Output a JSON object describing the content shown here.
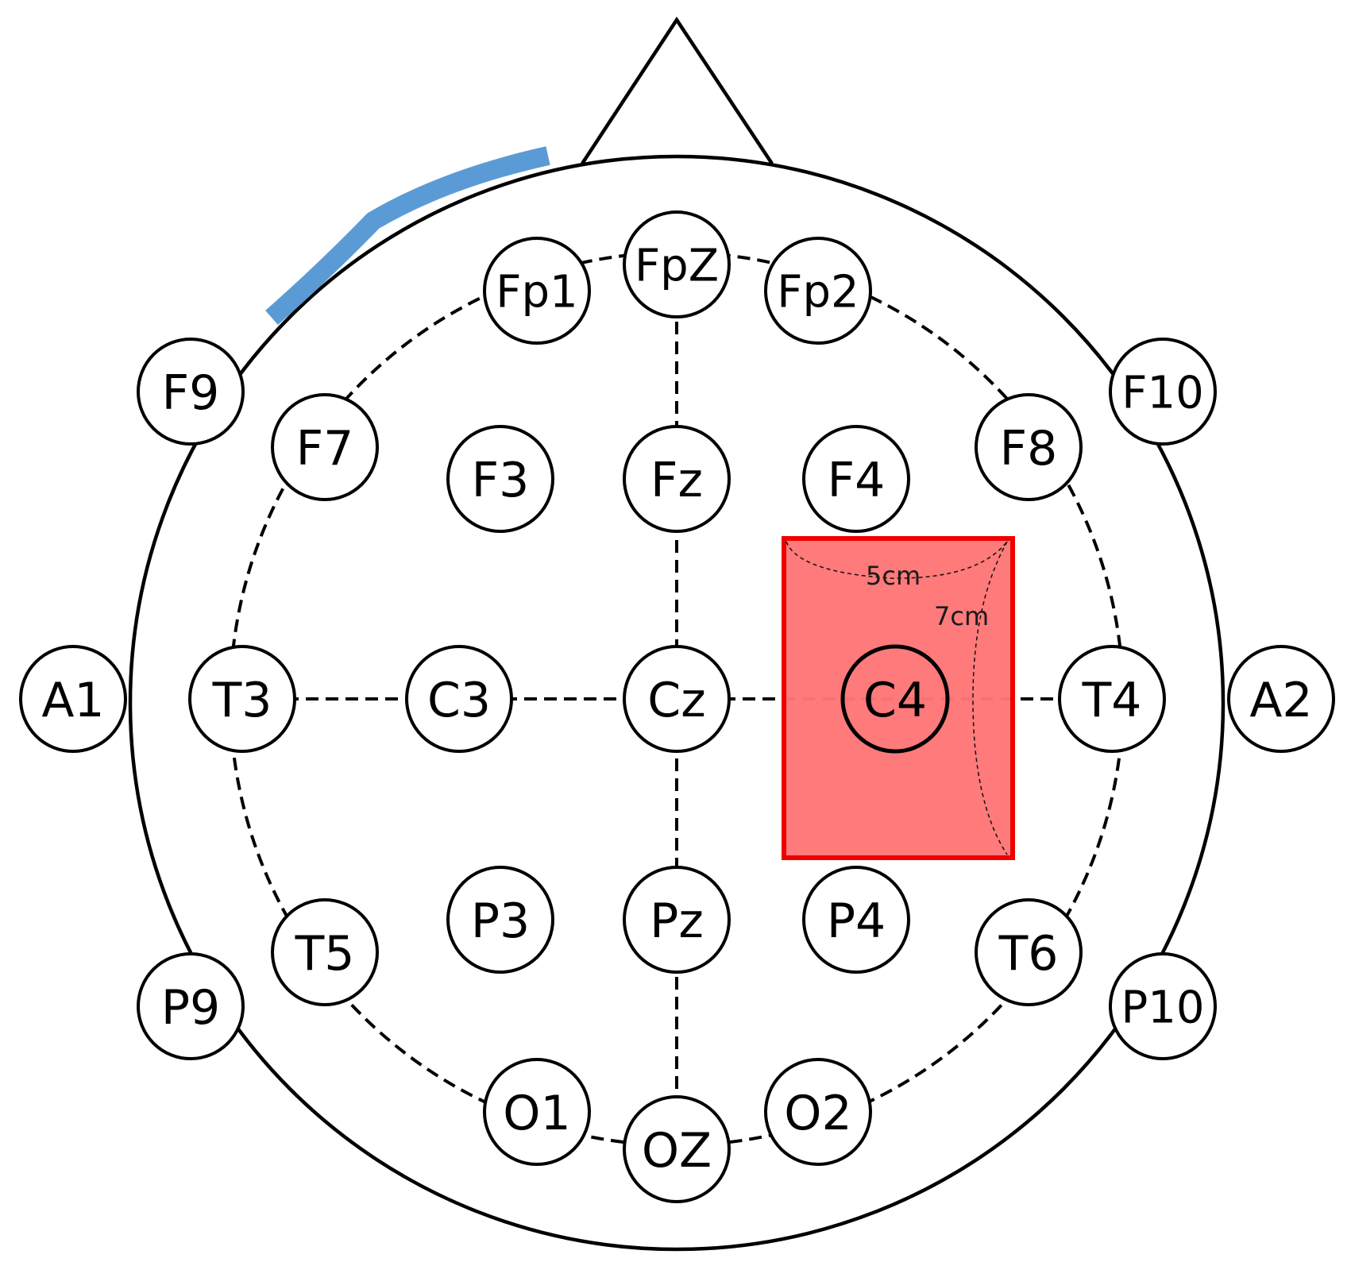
{
  "colors": {
    "outline": "#000000",
    "electrode_fill": "#ffffff",
    "stim_pad_fill": "#ff7676",
    "stim_pad_stroke": "#ee0000",
    "reference_pad": "#5b9bd5"
  },
  "stim_pad": {
    "width_label": "5cm",
    "height_label": "7cm"
  },
  "electrodes": {
    "Fp1": "Fp1",
    "FpZ": "FpZ",
    "Fp2": "Fp2",
    "F9": "F9",
    "F7": "F7",
    "F3": "F3",
    "Fz": "Fz",
    "F4": "F4",
    "F8": "F8",
    "F10": "F10",
    "A1": "A1",
    "T3": "T3",
    "C3": "C3",
    "Cz": "Cz",
    "C4": "C4",
    "T4": "T4",
    "A2": "A2",
    "P9": "P9",
    "T5": "T5",
    "P3": "P3",
    "Pz": "Pz",
    "P4": "P4",
    "T6": "T6",
    "P10": "P10",
    "O1": "O1",
    "OZ": "OZ",
    "O2": "O2"
  }
}
